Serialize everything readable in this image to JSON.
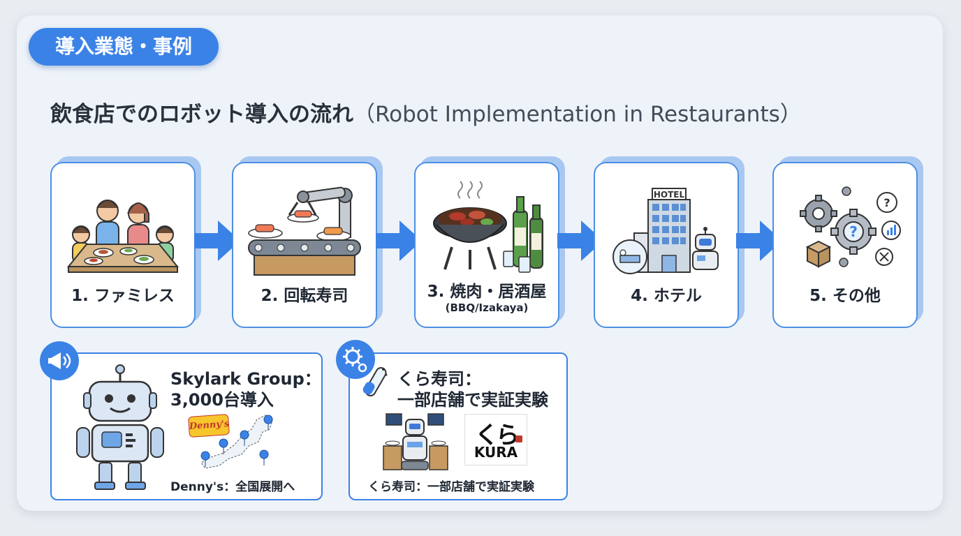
{
  "badge": "導入業態・事例",
  "title": {
    "jp": "飲食店でのロボット導入の流れ",
    "en": "（Robot Implementation in Restaurants）"
  },
  "steps": [
    {
      "label": "1. ファミレス",
      "sub": "",
      "icon": "family-restaurant-icon"
    },
    {
      "label": "2. 回転寿司",
      "sub": "",
      "icon": "sushi-conveyor-icon"
    },
    {
      "label": "3. 焼肉・居酒屋",
      "sub": "(BBQ/Izakaya)",
      "icon": "bbq-grill-icon"
    },
    {
      "label": "4. ホテル",
      "sub": "",
      "icon": "hotel-robot-icon"
    },
    {
      "label": "5. その他",
      "sub": "",
      "icon": "gears-question-icon"
    }
  ],
  "case1": {
    "title_line1": "Skylark Group：",
    "title_line2": "3,000台導入",
    "logo": "Denny's",
    "caption": "Denny's：全国展開へ",
    "icon": "megaphone-icon"
  },
  "case2": {
    "title_line1": "くら寿司：",
    "title_line2": "一部店舗で実証実験",
    "logo_jp": "くら",
    "logo_en": "KURA",
    "caption": "くら寿司：一部店舗で実証実験",
    "icon": "gear-icon"
  },
  "colors": {
    "accent": "#3b82e6",
    "card_border": "#4d8fe3",
    "card_shadow": "#a9c8f1"
  }
}
